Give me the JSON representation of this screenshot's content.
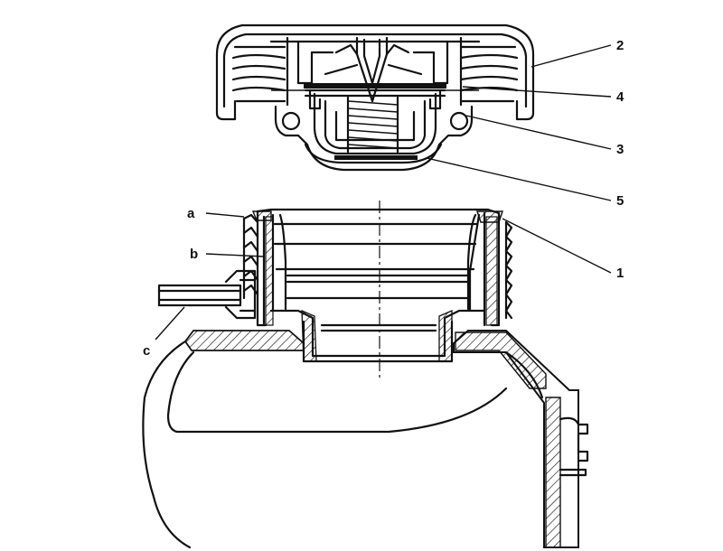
{
  "diagram": {
    "callouts": {
      "n1": "1",
      "n2": "2",
      "n3": "3",
      "n4": "4",
      "n5": "5",
      "a": "a",
      "b": "b",
      "c": "c"
    }
  }
}
